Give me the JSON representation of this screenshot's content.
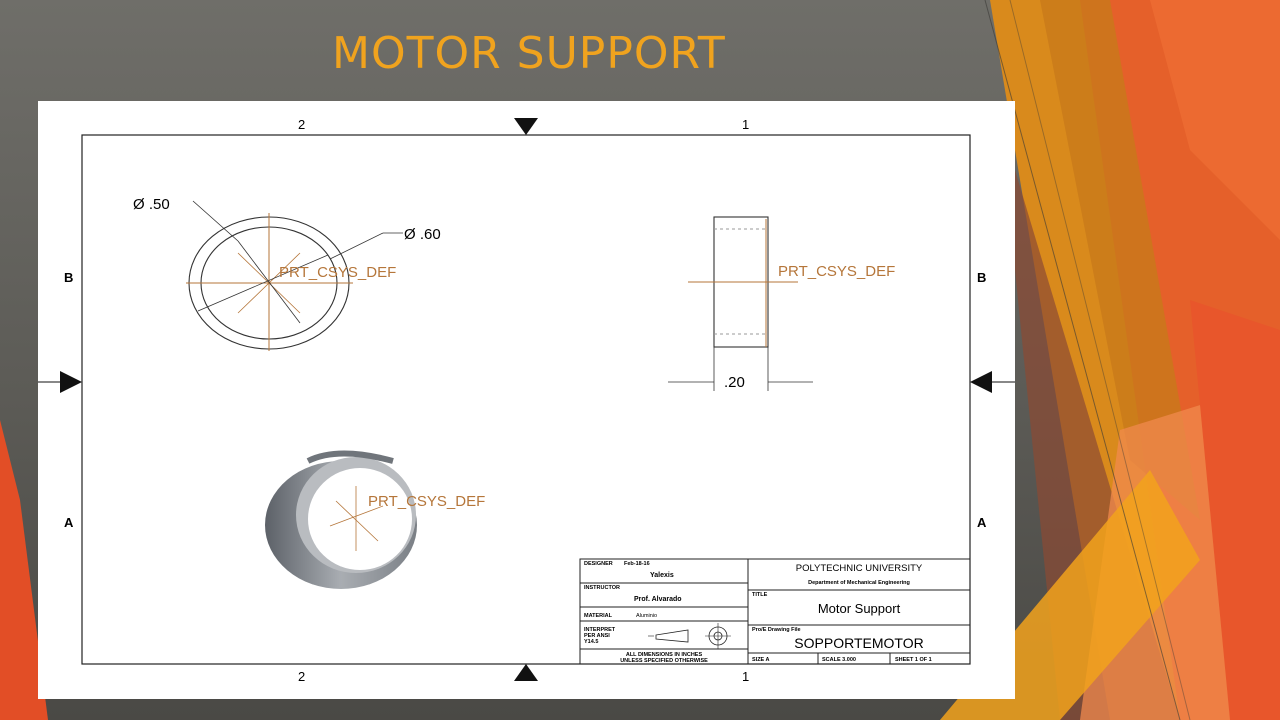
{
  "slide": {
    "title": "MOTOR SUPPORT",
    "colors": {
      "title": "#f0a31e",
      "accent_orange": "#e8562b",
      "accent_amber": "#f3a21b"
    }
  },
  "drawing": {
    "zones": {
      "top_left": "2",
      "top_right": "1",
      "bottom_left": "2",
      "bottom_right": "1",
      "left_upper": "B",
      "left_lower": "A",
      "right_upper": "B",
      "right_lower": "A"
    },
    "dim_inner": "Ø .50",
    "dim_outer": "Ø .60",
    "dim_width": ".20",
    "csys_front": "PRT_CSYS_DEF",
    "csys_side": "PRT_CSYS_DEF",
    "csys_iso": "PRT_CSYS_DEF",
    "title_block": {
      "designer_label": "DESIGNER",
      "designer_date": "Feb-18-16",
      "designer_name": "Yalexis",
      "instructor_label": "INSTRUCTOR",
      "instructor_name": "Prof. Alvarado",
      "material_label": "MATERIAL",
      "material_value": "Aluminio",
      "interpret_line1": "INTERPRET",
      "interpret_line2": "PER ANSI",
      "interpret_line3": "Y14.5",
      "dims_line1": "ALL DIMENSIONS IN INCHES",
      "dims_line2": "UNLESS SPECIFIED OTHERWISE",
      "university": "POLYTECHNIC UNIVERSITY",
      "department": "Department of Mechanical Engineering",
      "title_label": "TITLE",
      "title_value": "Motor Support",
      "file_label": "Pro/E Drawing File",
      "file_value": "SOPPORTEMOTOR",
      "size": "SIZE A",
      "scale": "SCALE 3.000",
      "sheet": "SHEET 1 OF 1"
    }
  }
}
